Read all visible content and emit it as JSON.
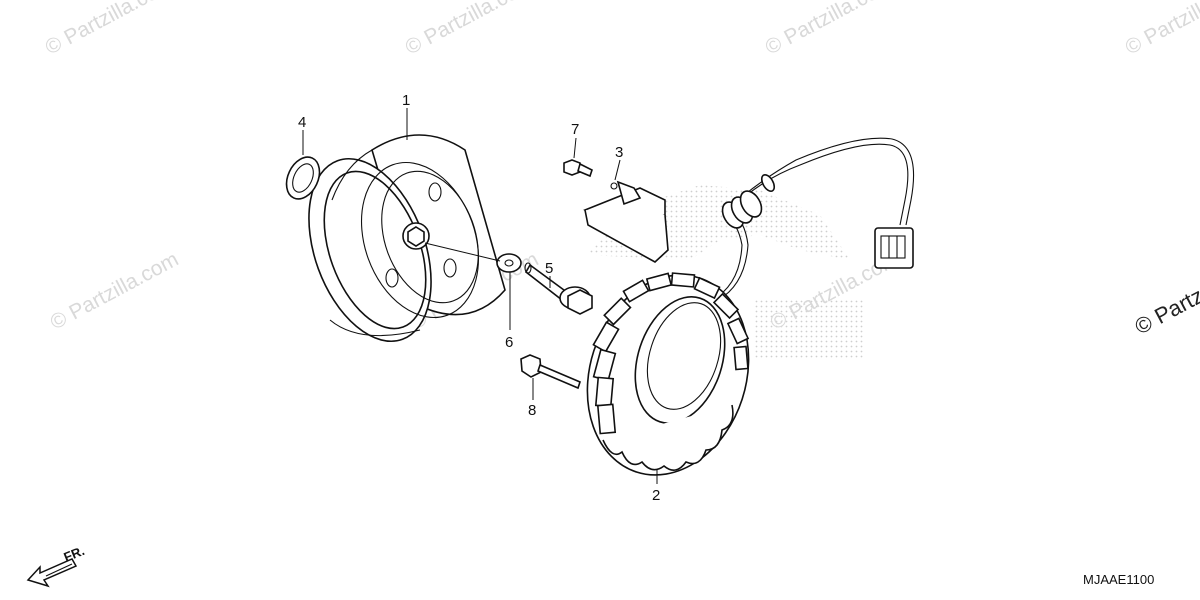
{
  "diagram": {
    "watermark_text": "© Partzilla.com",
    "side_watermark_text": "© Partz",
    "diagram_code": "MJAAE1100",
    "front_indicator": "FR.",
    "callouts": [
      {
        "id": "1"
      },
      {
        "id": "2"
      },
      {
        "id": "3"
      },
      {
        "id": "4"
      },
      {
        "id": "5"
      },
      {
        "id": "6"
      },
      {
        "id": "7"
      },
      {
        "id": "8"
      }
    ]
  }
}
